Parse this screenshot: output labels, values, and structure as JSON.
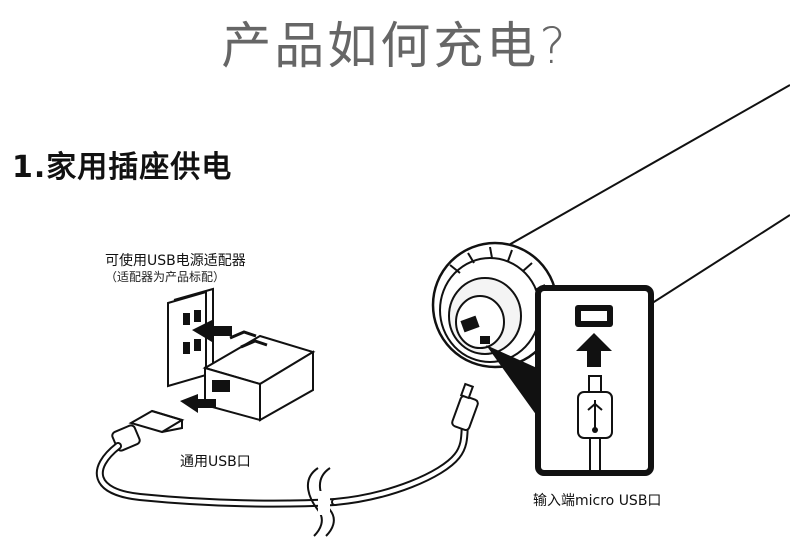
{
  "title": "产品如何充电?",
  "section_heading": "1.家用插座供电",
  "adapter": {
    "label": "可使用USB电源适配器",
    "note": "（适配器为产品标配）"
  },
  "usb_port_label": "通用USB口",
  "input_port_label": "输入端micro USB口"
}
